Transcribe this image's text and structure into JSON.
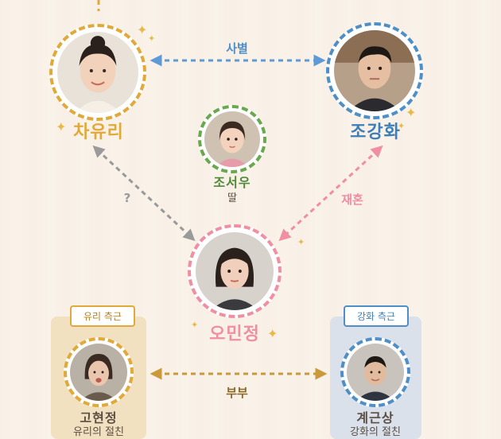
{
  "characters": {
    "yuri": {
      "name": "차유리"
    },
    "kanghwa": {
      "name": "조강화"
    },
    "seowoo": {
      "name": "조서우",
      "role": "딸"
    },
    "minjeong": {
      "name": "오민정"
    },
    "hyunjeong": {
      "name": "고현정",
      "role": "유리의 절친"
    },
    "geunsang": {
      "name": "계근상",
      "role": "강화의 절친"
    }
  },
  "relations": {
    "yuri_kanghwa": "사별",
    "kanghwa_minjeong": "재혼",
    "yuri_minjeong": "?",
    "hyunjeong_geunsang": "부부"
  },
  "tags": {
    "yuri_side": "유리 측근",
    "kanghwa_side": "강화 측근"
  },
  "colors": {
    "yuri": "#e0a93a",
    "kanghwa": "#4f8fc7",
    "seowoo": "#6aa84f",
    "minjeong": "#f08fa2",
    "question": "#9a9a9a",
    "couple": "#c9993a"
  }
}
